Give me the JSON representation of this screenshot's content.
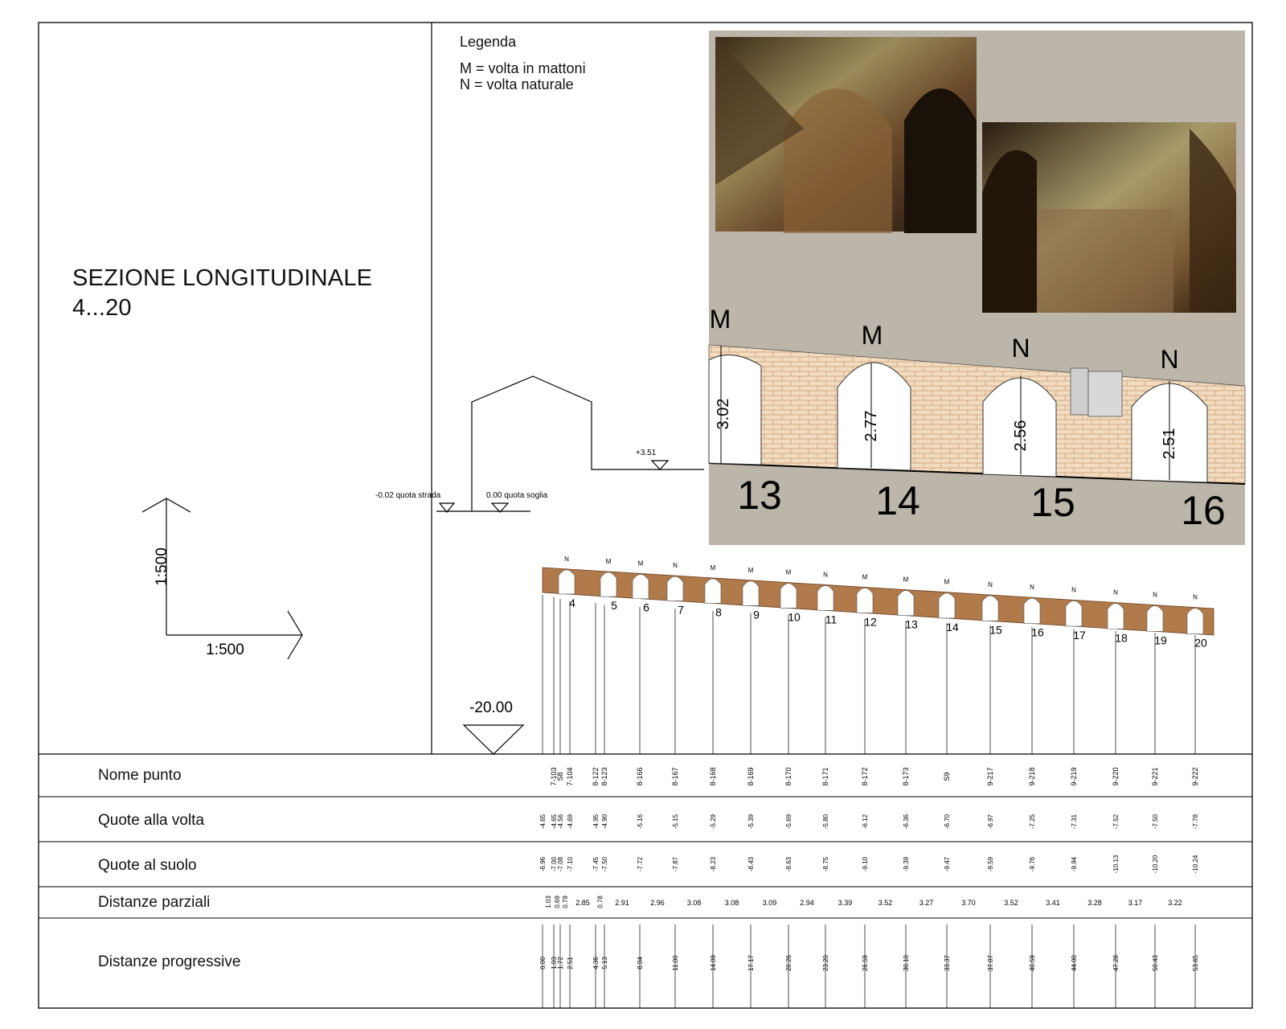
{
  "title": {
    "line1": "SEZIONE LONGITUDINALE",
    "line2": "4...20"
  },
  "legend": {
    "heading": "Legenda",
    "items": [
      "M = volta in mattoni",
      "N = volta naturale"
    ]
  },
  "scale": {
    "vertical": "1:500",
    "horizontal": "1:500"
  },
  "facade": {
    "street": "-0.02 quota strada",
    "threshold": "0.00 quota soglia",
    "top": "+3.51"
  },
  "datum": "-20.00",
  "detail": {
    "vaults": [
      {
        "type": "M",
        "height": "3.02",
        "number": "13"
      },
      {
        "type": "M",
        "height": "2.77",
        "number": "14"
      },
      {
        "type": "N",
        "height": "2.56",
        "number": "15"
      },
      {
        "type": "N",
        "height": "2.51",
        "number": "16"
      }
    ]
  },
  "profile": {
    "sections": [
      "4",
      "5",
      "6",
      "7",
      "8",
      "9",
      "10",
      "11",
      "12",
      "13",
      "14",
      "15",
      "16",
      "17",
      "18",
      "19",
      "20"
    ],
    "vault_types": [
      "N",
      "M",
      "M",
      "N",
      "M",
      "M",
      "M",
      "N",
      "M",
      "M",
      "M",
      "N",
      "N",
      "N",
      "N",
      "N",
      "N"
    ]
  },
  "table": {
    "row_labels": [
      "Nome punto",
      "Quote alla volta",
      "Quote al suolo",
      "Distanze parziali",
      "Distanze progressive"
    ],
    "points": [
      "7-103",
      "S8",
      "7-104",
      "8-122",
      "8-123",
      "8-166",
      "8-167",
      "8-168",
      "8-169",
      "8-170",
      "8-171",
      "8-172",
      "8-173",
      "S9",
      "9-217",
      "9-218",
      "9-219",
      "9-220",
      "9-221",
      "9-222"
    ],
    "vault_levels": [
      "-4.65",
      "-4.65",
      "-4.56",
      "-4.69",
      "-4.95",
      "-4.90",
      "-5.16",
      "-5.15",
      "-5.29",
      "-5.39",
      "-5.69",
      "-5.80",
      "-6.12",
      "-6.36",
      "-6.70",
      "-6.97",
      "-7.25",
      "-7.31",
      "-7.52",
      "-7.50",
      "-7.78"
    ],
    "ground_levels": [
      "-6.96",
      "-7.00",
      "-7.08",
      "-7.10",
      "-7.45",
      "-7.50",
      "-7.72",
      "-7.87",
      "-8.23",
      "-8.43",
      "-8.63",
      "-8.75",
      "-9.10",
      "-9.39",
      "-9.47",
      "-9.59",
      "-9.76",
      "-9.94",
      "-10.13",
      "-10.20",
      "-10.24"
    ],
    "partial_distances": [
      "1.03",
      "0.69",
      "0.79",
      "2.85",
      "0.78",
      "2.91",
      "2.96",
      "3.08",
      "3.08",
      "3.09",
      "2.94",
      "3.39",
      "3.52",
      "3.27",
      "3.70",
      "3.52",
      "3.41",
      "3.28",
      "3.17",
      "3.22"
    ],
    "progressive_distances": [
      "0.00",
      "1.03",
      "1.72",
      "2.51",
      "4.36",
      "5.13",
      "8.04",
      "11.00",
      "14.09",
      "17.17",
      "20.26",
      "23.20",
      "26.59",
      "30.10",
      "33.37",
      "37.07",
      "40.59",
      "44.00",
      "47.28",
      "50.43",
      "53.65"
    ]
  }
}
